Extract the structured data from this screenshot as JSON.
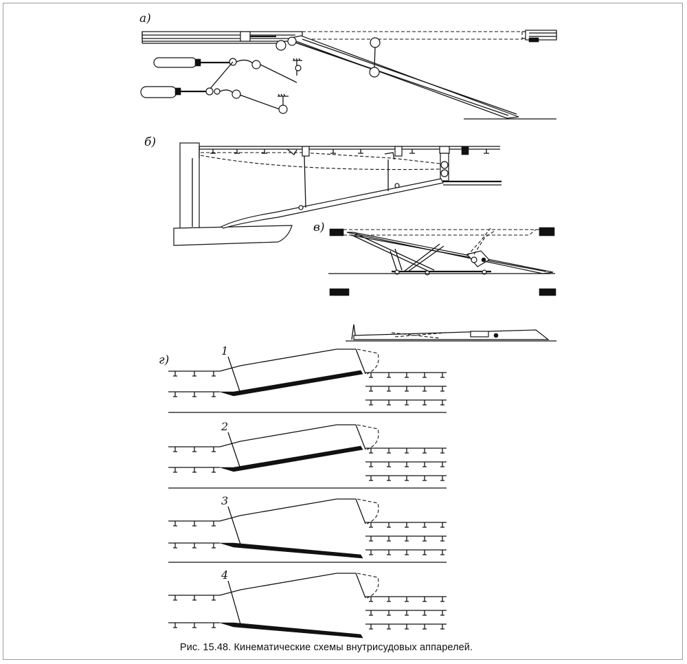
{
  "figure": {
    "panels": [
      {
        "id": "a",
        "label": "а)"
      },
      {
        "id": "b",
        "label": "б)"
      },
      {
        "id": "v",
        "label": "в)"
      },
      {
        "id": "g",
        "label": "г)"
      }
    ],
    "variants": [
      "1",
      "2",
      "3",
      "4"
    ],
    "caption": "Рис. 15.48. Кинематические схемы внутрисудовых аппарелей."
  }
}
